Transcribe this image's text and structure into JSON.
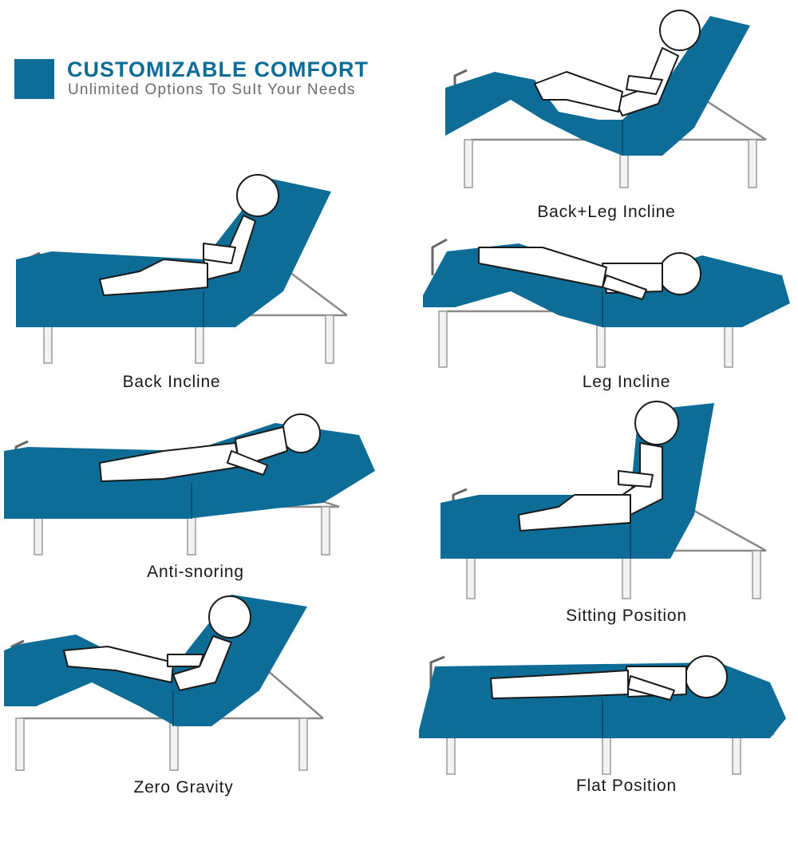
{
  "header": {
    "title": "CUSTOMIZABLE COMFORT",
    "subtitle": "Unlimited Options To SuIt Your Needs",
    "accent_color": "#0e6d96"
  },
  "positions": [
    {
      "label": "Back+Leg Incline"
    },
    {
      "label": "Back Incline"
    },
    {
      "label": "Leg Incline"
    },
    {
      "label": "Anti-snoring"
    },
    {
      "label": "Sitting Position"
    },
    {
      "label": "Zero Gravity"
    },
    {
      "label": "Flat Position"
    }
  ],
  "colors": {
    "mattress": "#0e6d96",
    "frame": "#8a8a8a"
  }
}
